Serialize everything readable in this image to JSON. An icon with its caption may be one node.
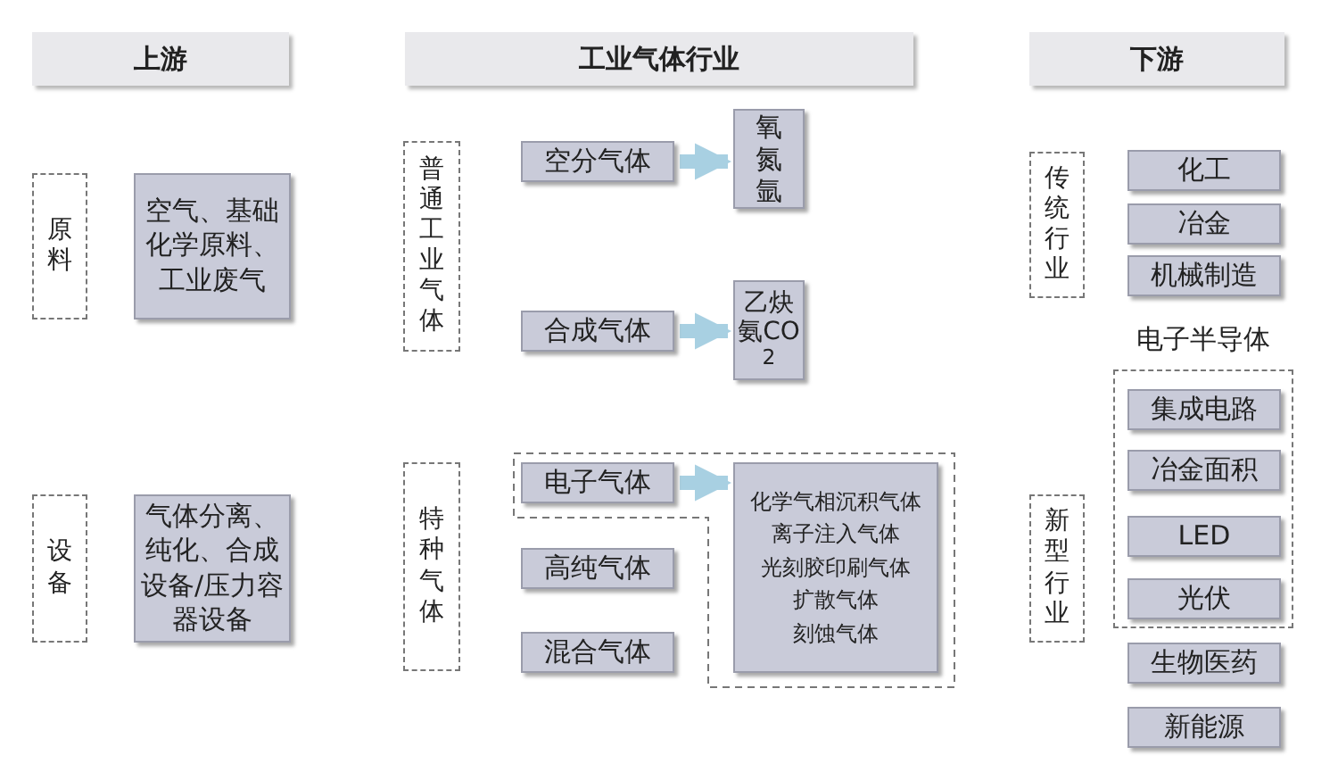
{
  "diagram": {
    "nodes": [
      {
        "text": [
          "上游"
        ]
      },
      {
        "text": [
          "工业气体行业"
        ]
      },
      {
        "text": [
          "下游"
        ]
      },
      {
        "text": [
          "原料"
        ]
      },
      {
        "text": [
          "空气、基础化学原料、工业废气"
        ]
      },
      {
        "text": [
          "设备"
        ]
      },
      {
        "text": [
          "气体分离、纯化、合成设备/压力容器设备"
        ]
      },
      {
        "text": [
          "普通工业气体"
        ]
      },
      {
        "text": [
          "空分气体"
        ]
      },
      {
        "text": [
          "氧氮氩"
        ]
      },
      {
        "text": [
          "合成气体"
        ]
      },
      {
        "text": [
          "乙炔氨CO$_{2}$"
        ]
      },
      {
        "text": [
          "特种气体"
        ]
      },
      {
        "text": [
          "电子气体"
        ]
      },
      {
        "text": [
          "高纯气体"
        ]
      },
      {
        "text": [
          "混合气体"
        ]
      },
      {
        "text": [
          "化学气相沉积气体",
          "离子注入气体",
          "光刻胶印刷气体",
          "扩散气体",
          "刻蚀气体"
        ]
      },
      {
        "text": [
          "传统行业"
        ]
      },
      {
        "text": [
          "化工"
        ]
      },
      {
        "text": [
          "冶金"
        ]
      },
      {
        "text": [
          "机械制造"
        ]
      },
      {
        "text": [
          "新型行业"
        ]
      },
      {
        "text": [
          "电子半导体"
        ]
      },
      {
        "text": [
          "集成电路"
        ],
        "in": 22
      },
      {
        "text": [
          "冶金面积"
        ],
        "in": 22
      },
      {
        "text": [
          "LED"
        ],
        "in": 22
      },
      {
        "text": [
          "光伏"
        ],
        "in": 22
      },
      {
        "text": [
          "生物医药"
        ]
      },
      {
        "text": [
          "新能源"
        ]
      }
    ],
    "edges": [
      {
        "from": 8,
        "to": 9,
        "arrow": "to"
      },
      {
        "from": 10,
        "to": 11,
        "arrow": "to"
      },
      {
        "from": 13,
        "to": 16,
        "arrow": "to"
      }
    ]
  }
}
